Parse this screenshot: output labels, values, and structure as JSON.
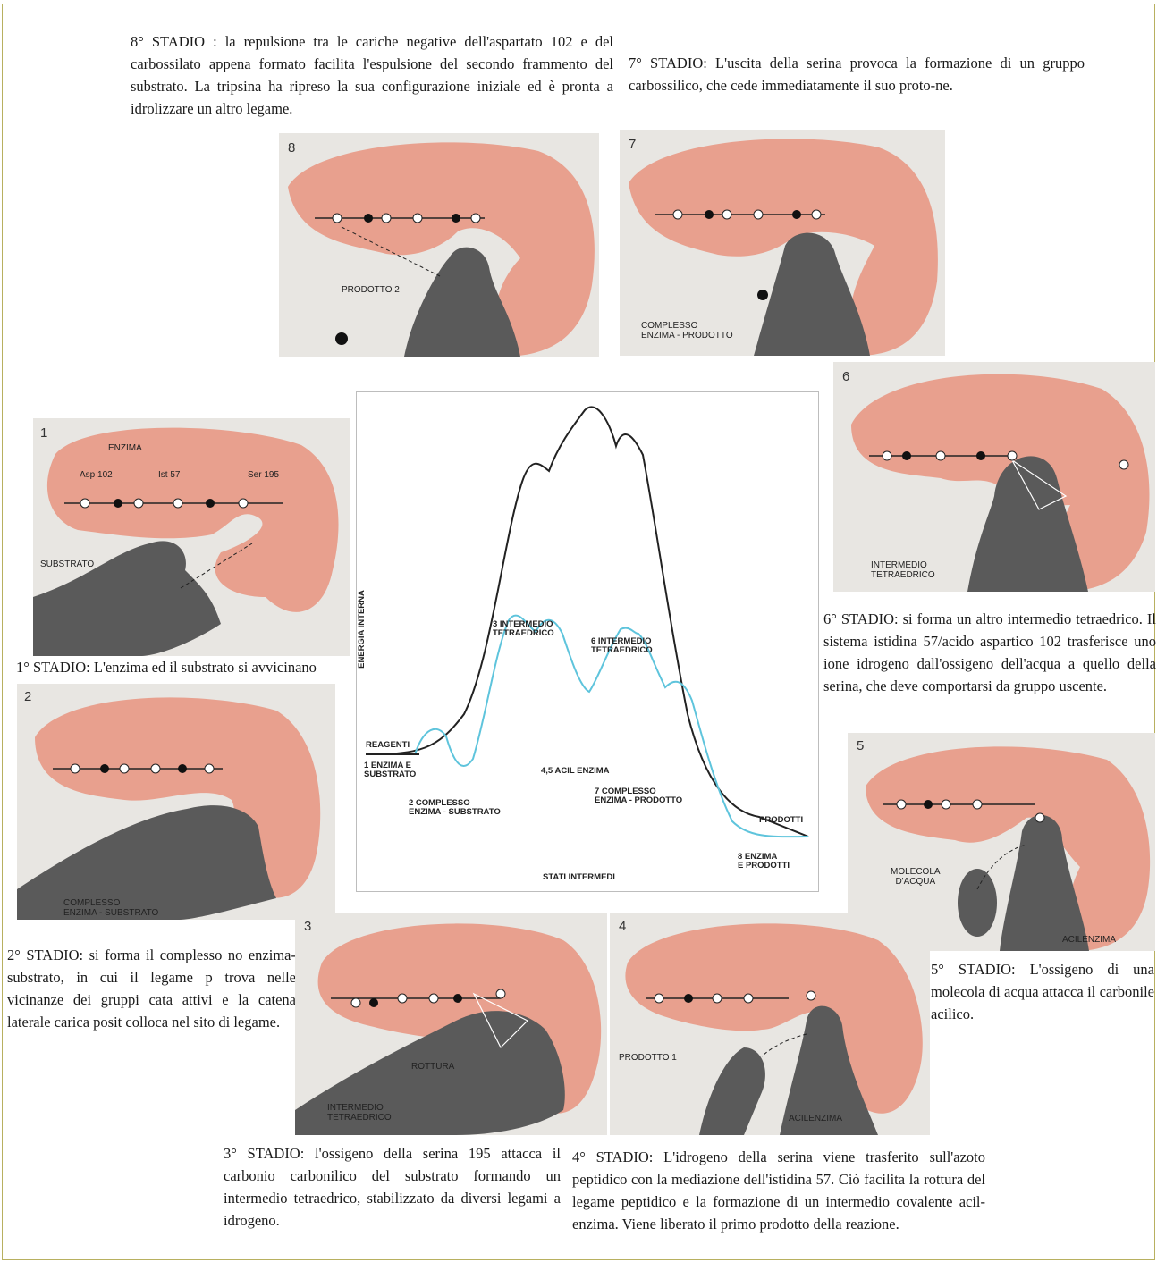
{
  "captions": {
    "c8": "8° STADIO : la repulsione tra le cariche negative dell'aspartato 102 e del carbossilato appena formato facilita l'espulsione del secondo frammento del substrato. La tripsina ha ripreso la sua configurazione iniziale ed è pronta a idrolizzare un altro legame.",
    "c7": "7° STADIO: L'uscita della serina provoca la formazione di un gruppo carbossilico, che cede immediatamente il suo proto-ne.",
    "c6": "6° STADIO: si forma un altro intermedio tetraedrico. Il sistema istidina 57/acido aspartico 102 trasferisce uno ione idrogeno dall'ossigeno dell'acqua a quello della serina, che deve comportarsi da gruppo uscente.",
    "c1": "1° STADIO: L'enzima ed il substrato si avvicinano",
    "c2": "2° STADIO: si forma il complesso no enzima-substrato, in cui il legame p trova nelle vicinanze dei gruppi cata attivi e la catena laterale carica posit colloca nel sito di legame.",
    "c5": "5° STADIO: L'ossigeno di una molecola di acqua attacca il carbonile acilico.",
    "c3": "3° STADIO: l'ossigeno della serina 195 attacca il carbonio carbonilico del substrato formando un intermedio tetraedrico, stabilizzato da diversi legami a idrogeno.",
    "c4": "4° STADIO: L'idrogeno della serina viene trasferito sull'azoto peptidico con la mediazione dell'istidina 57. Ciò facilita la rottura del legame peptidico e la formazione di un intermedio covalente acil-enzima. Viene liberato il primo prodotto della reazione."
  },
  "panels": {
    "p1": {
      "number": "1",
      "labels": {
        "enzyme": "ENZIMA",
        "asp": "Asp 102",
        "ist": "Ist 57",
        "ser": "Ser 195",
        "substrate": "SUBSTRATO"
      }
    },
    "p2": {
      "number": "2",
      "labels": {
        "complex": "COMPLESSO\nENZIMA - SUBSTRATO"
      }
    },
    "p3": {
      "number": "3",
      "labels": {
        "rottura": "ROTTURA",
        "intermediate": "INTERMEDIO\nTETRAEDRICO"
      }
    },
    "p4": {
      "number": "4",
      "labels": {
        "product": "PRODOTTO 1",
        "acyl": "ACILENZIMA"
      }
    },
    "p5": {
      "number": "5",
      "labels": {
        "water": "MOLECOLA\nD'ACQUA",
        "acyl": "ACILENZIMA"
      }
    },
    "p6": {
      "number": "6",
      "labels": {
        "intermediate": "INTERMEDIO\nTETRAEDRICO"
      }
    },
    "p7": {
      "number": "7",
      "labels": {
        "complex": "COMPLESSO\nENZIMA - PRODOTTO"
      }
    },
    "p8": {
      "number": "8",
      "labels": {
        "product": "PRODOTTO 2"
      }
    }
  },
  "energy_chart": {
    "ylabel": "ENERGIA INTERNA",
    "xlabel": "STATI INTERMEDI",
    "reagenti": "REAGENTI",
    "prodotti": "PRODOTTI",
    "states": {
      "s1": "1 ENZIMA E\nSUBSTRATO",
      "s2": "2 COMPLESSO\nENZIMA - SUBSTRATO",
      "s3": "3 INTERMEDIO\nTETRAEDRICO",
      "s45": "4,5 ACIL ENZIMA",
      "s6": "6 INTERMEDIO\nTETRAEDRICO",
      "s7": "7 COMPLESSO\nENZIMA - PRODOTTO",
      "s8": "8 ENZIMA\nE PRODOTTI"
    },
    "colors": {
      "uncatalyzed": "#222222",
      "catalyzed": "#5ec4dc",
      "enzyme": "#e8a08e",
      "substrate": "#5a5a5a"
    }
  }
}
